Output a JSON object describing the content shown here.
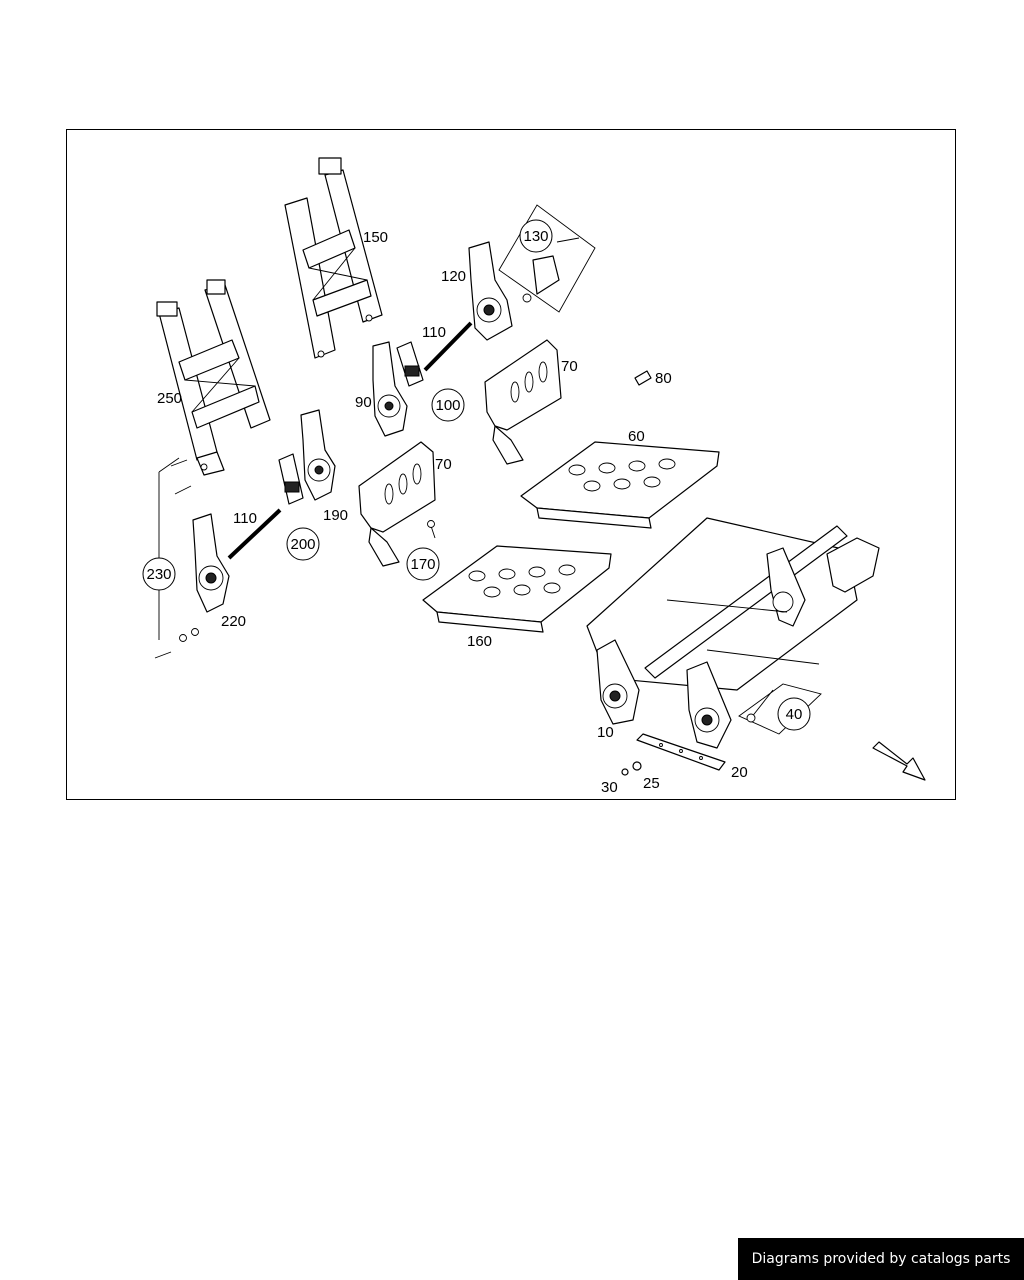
{
  "diagram": {
    "callouts": [
      {
        "id": "c10",
        "label": "10",
        "circled": false
      },
      {
        "id": "c20",
        "label": "20",
        "circled": false
      },
      {
        "id": "c25",
        "label": "25",
        "circled": false
      },
      {
        "id": "c30",
        "label": "30",
        "circled": false
      },
      {
        "id": "c40",
        "label": "40",
        "circled": true
      },
      {
        "id": "c60",
        "label": "60",
        "circled": false
      },
      {
        "id": "c70a",
        "label": "70",
        "circled": false
      },
      {
        "id": "c70b",
        "label": "70",
        "circled": false
      },
      {
        "id": "c80",
        "label": "80",
        "circled": false
      },
      {
        "id": "c90",
        "label": "90",
        "circled": false
      },
      {
        "id": "c100",
        "label": "100",
        "circled": true
      },
      {
        "id": "c110a",
        "label": "110",
        "circled": false
      },
      {
        "id": "c110b",
        "label": "110",
        "circled": false
      },
      {
        "id": "c120",
        "label": "120",
        "circled": false
      },
      {
        "id": "c130",
        "label": "130",
        "circled": true
      },
      {
        "id": "c150",
        "label": "150",
        "circled": false
      },
      {
        "id": "c160",
        "label": "160",
        "circled": false
      },
      {
        "id": "c170",
        "label": "170",
        "circled": true
      },
      {
        "id": "c190",
        "label": "190",
        "circled": false
      },
      {
        "id": "c200",
        "label": "200",
        "circled": true
      },
      {
        "id": "c220",
        "label": "220",
        "circled": false
      },
      {
        "id": "c230",
        "label": "230",
        "circled": true
      },
      {
        "id": "c250",
        "label": "250",
        "circled": false
      }
    ]
  },
  "footer": {
    "credit": "Diagrams provided by catalogs parts"
  }
}
